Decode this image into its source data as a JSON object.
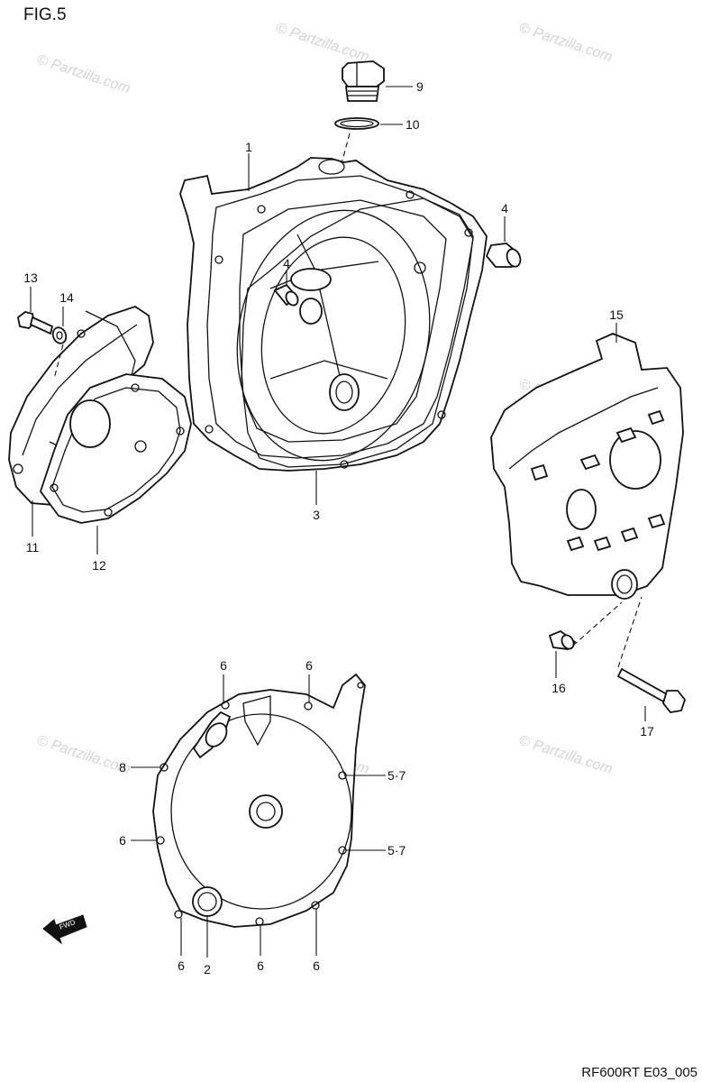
{
  "figure": {
    "title": "FIG.5",
    "code": "RF600RT E03_005"
  },
  "watermark": {
    "text": "Partzilla.com",
    "symbol": "©"
  },
  "fwd_mark": {
    "text": "FWD"
  },
  "callouts": {
    "c1": "1",
    "c2": "2",
    "c3": "3",
    "c4a": "4",
    "c4b": "4",
    "c6a": "6",
    "c6b": "6",
    "c6c": "6",
    "c6d": "6",
    "c6e": "6",
    "c6f": "6",
    "c57a": "5·7",
    "c57b": "5·7",
    "c8": "8",
    "c9": "9",
    "c10": "10",
    "c11": "11",
    "c12": "12",
    "c13": "13",
    "c14": "14",
    "c15": "15",
    "c16": "16",
    "c17": "17"
  },
  "colors": {
    "ink": "#111111",
    "paper": "#ffffff",
    "watermark": "#d4d4d4"
  }
}
